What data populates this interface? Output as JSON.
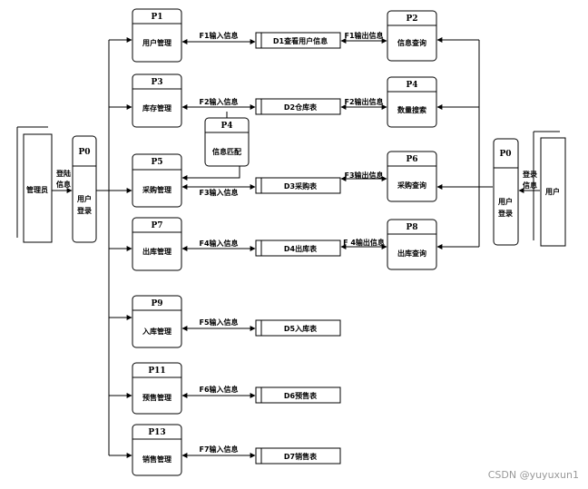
{
  "external": {
    "admin": "管理员",
    "user": "用户"
  },
  "login_flows": {
    "left": [
      "登陆",
      "信息"
    ],
    "right": [
      "登录",
      "信息"
    ]
  },
  "processes": {
    "p0_left": {
      "id": "P0",
      "label": [
        "用户",
        "登录"
      ]
    },
    "p0_right": {
      "id": "P0",
      "label": [
        "用户",
        "登录"
      ]
    },
    "p1": {
      "id": "P1",
      "label": "用户管理"
    },
    "p3": {
      "id": "P3",
      "label": "库存管理"
    },
    "p4_match": {
      "id": "P4",
      "label": "信息匹配"
    },
    "p5": {
      "id": "P5",
      "label": "采购管理"
    },
    "p7": {
      "id": "P7",
      "label": "出库管理"
    },
    "p9": {
      "id": "P9",
      "label": "入库管理"
    },
    "p11": {
      "id": "P11",
      "label": "预售管理"
    },
    "p13": {
      "id": "P13",
      "label": "销售管理"
    },
    "p2": {
      "id": "P2",
      "label": "信息查询"
    },
    "p4_right": {
      "id": "P4",
      "label": "数量搜索"
    },
    "p6": {
      "id": "P6",
      "label": "采购查询"
    },
    "p8": {
      "id": "P8",
      "label": "出库查询"
    }
  },
  "stores": {
    "d1": "D1查看用户信息",
    "d2": "D2仓库表",
    "d3": "D3采购表",
    "d4": "D4出库表",
    "d5": "D5入库表",
    "d6": "D6预售表",
    "d7": "D7销售表"
  },
  "flows": {
    "f1_in": "F1输入信息",
    "f1_out": "F1输出信息",
    "f2_in": "F2输入信息",
    "f2_out": "F2输出信息",
    "f3_in": "F3输入信息",
    "f3_out": "F3输出信息",
    "f4_in": "F4输入信息",
    "f4_out": "F 4输出信息",
    "f5_in": "F5输入信息",
    "f6_in": "F6输入信息",
    "f7_in": "F7输入信息"
  },
  "watermark": "CSDN @yuyuxun1"
}
